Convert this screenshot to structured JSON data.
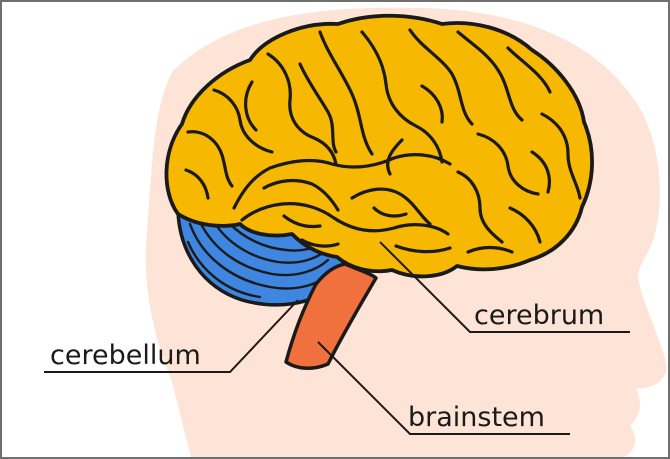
{
  "labels": {
    "cerebrum": "cerebrum",
    "cerebellum": "cerebellum",
    "brainstem": "brainstem"
  },
  "colors": {
    "head": "#fde4d6",
    "cerebrum": "#f6b800",
    "cerebellum": "#3f86e0",
    "brainstem": "#f0703e",
    "outline": "#1a1a1a"
  }
}
